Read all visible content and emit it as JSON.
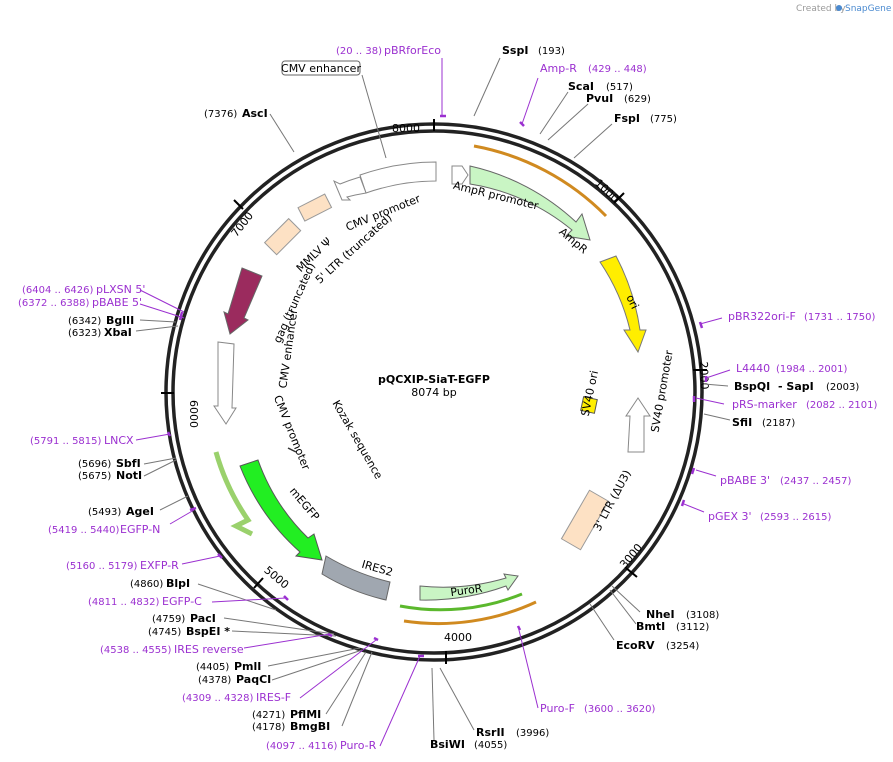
{
  "credit": {
    "prefix": "Created by",
    "brand": "SnapGene"
  },
  "plasmid": {
    "name": "pQCXIP-SiaT-EGFP",
    "size": "8074 bp"
  },
  "ticks": [
    {
      "label": "1000",
      "pos": 1000
    },
    {
      "label": "2000",
      "pos": 2000
    },
    {
      "label": "3000",
      "pos": 3000
    },
    {
      "label": "4000",
      "pos": 4000
    },
    {
      "label": "5000",
      "pos": 5000
    },
    {
      "label": "6000",
      "pos": 6000
    },
    {
      "label": "7000",
      "pos": 7000
    },
    {
      "label": "8000",
      "pos": 8000
    }
  ],
  "features": [
    {
      "name": "CMV enhancer",
      "box": true
    },
    {
      "name": "CMV promoter"
    },
    {
      "name": "MMLV Ψ"
    },
    {
      "name": "5' LTR (truncated)"
    },
    {
      "name": "gag (truncated)"
    },
    {
      "name": "CMV enhancer"
    },
    {
      "name": "CMV promoter"
    },
    {
      "name": "Kozak sequence"
    },
    {
      "name": "mEGFP"
    },
    {
      "name": "IRES2"
    },
    {
      "name": "PuroR"
    },
    {
      "name": "AmpR promoter"
    },
    {
      "name": "AmpR"
    },
    {
      "name": "ori"
    },
    {
      "name": "SV40 ori"
    },
    {
      "name": "SV40 promoter"
    },
    {
      "name": "3' LTR (ΔU3)"
    }
  ],
  "enzymes": [
    {
      "name": "SspI",
      "pos": "(193)"
    },
    {
      "name": "ScaI",
      "pos": "(517)"
    },
    {
      "name": "PvuI",
      "pos": "(629)"
    },
    {
      "name": "FspI",
      "pos": "(775)"
    },
    {
      "name": "BspQI",
      "pos": ""
    },
    {
      "name": "- SapI",
      "pos": "(2003)"
    },
    {
      "name": "SfiI",
      "pos": "(2187)"
    },
    {
      "name": "NheI",
      "pos": "(3108)"
    },
    {
      "name": "BmtI",
      "pos": "(3112)"
    },
    {
      "name": "EcoRV",
      "pos": "(3254)"
    },
    {
      "name": "RsrII",
      "pos": "(3996)"
    },
    {
      "name": "BsiWI",
      "pos": "(4055)"
    },
    {
      "name": "BmgBI",
      "pos": "(4178)"
    },
    {
      "name": "PflMI",
      "pos": "(4271)"
    },
    {
      "name": "PaqCI",
      "pos": "(4378)"
    },
    {
      "name": "PmlI",
      "pos": "(4405)"
    },
    {
      "name": "BspEI *",
      "pos": "(4745)"
    },
    {
      "name": "PacI",
      "pos": "(4759)"
    },
    {
      "name": "BlpI",
      "pos": "(4860)"
    },
    {
      "name": "AgeI",
      "pos": "(5493)"
    },
    {
      "name": "NotI",
      "pos": "(5675)"
    },
    {
      "name": "SbfI",
      "pos": "(5696)"
    },
    {
      "name": "XbaI",
      "pos": "(6323)"
    },
    {
      "name": "BglII",
      "pos": "(6342)"
    },
    {
      "name": "AscI",
      "pos": "(7376)"
    }
  ],
  "primers": [
    {
      "name": "pBRforEco",
      "pos": "(20 .. 38)"
    },
    {
      "name": "Amp-R",
      "pos": "(429 .. 448)"
    },
    {
      "name": "pBR322ori-F",
      "pos": "(1731 .. 1750)"
    },
    {
      "name": "L4440",
      "pos": "(1984 .. 2001)"
    },
    {
      "name": "pRS-marker",
      "pos": "(2082 .. 2101)"
    },
    {
      "name": "pBABE 3'",
      "pos": "(2437 .. 2457)"
    },
    {
      "name": "pGEX 3'",
      "pos": "(2593 .. 2615)"
    },
    {
      "name": "Puro-F",
      "pos": "(3600 .. 3620)"
    },
    {
      "name": "Puro-R",
      "pos": "(4097 .. 4116)"
    },
    {
      "name": "IRES-F",
      "pos": "(4309 .. 4328)"
    },
    {
      "name": "IRES reverse",
      "pos": "(4538 .. 4555)"
    },
    {
      "name": "EGFP-C",
      "pos": "(4811 .. 4832)"
    },
    {
      "name": "EXFP-R",
      "pos": "(5160 .. 5179)"
    },
    {
      "name": "EGFP-N",
      "pos": "(5419 .. 5440)"
    },
    {
      "name": "LNCX",
      "pos": "(5791 .. 5815)"
    },
    {
      "name": "pBABE 5'",
      "pos": "(6372 .. 6388)"
    },
    {
      "name": "pLXSN 5'",
      "pos": "(6404 .. 6426)"
    }
  ]
}
